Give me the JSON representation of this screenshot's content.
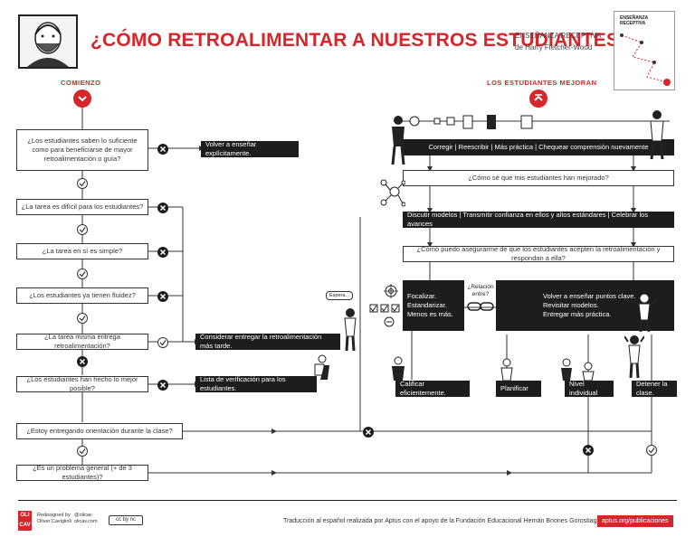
{
  "header": {
    "title": "¿CÓMO RETROALIMENTAR A NUESTROS ESTUDIANTES?",
    "book_line1": "ENSEÑANZA RECEPTIVA",
    "book_line2": "de Harry Fletcher-Wood",
    "cover_title": "ENSEÑANZA RECEPTIVA"
  },
  "labels": {
    "start": "COMIENZO",
    "end": "LOS ESTUDIANTES MEJORAN"
  },
  "questions": {
    "q1": "¿Los estudiantes saben lo suficiente como para beneficiarse de mayor retroalimentación o guía?",
    "q2": "¿La tarea es difícil para los estudiantes?",
    "q3": "¿La tarea en sí es simple?",
    "q4": "¿Los estudiantes ya tienen fluidez?",
    "q5": "¿La tarea misma entrega retroalimentación?",
    "q6": "¿Los estudiantes han hecho lo mejor posible?",
    "q7": "¿Estoy entregando orientación durante la clase?",
    "q8": "¿Es un problema general (+ de 3 estudiantes)?"
  },
  "actions": {
    "reteach": "Volver a enseñar explícitamente.",
    "consider": "Considerar entregar la retroalimentación más tarde.",
    "checklist": "Lista de verificación para los estudiantes.",
    "grade": "Calificar eficientemente.",
    "plan": "Planificar",
    "individual": "Nivel individual",
    "stop": "Detener la clase."
  },
  "right": {
    "correct": "Corregir | Reescribir | Más práctica | Chequear comprensión nuevamente",
    "improved": "¿Cómo sé que mis estudiantes han mejorado?",
    "discuss": "Discutir modelos | Transmitir confianza en ellos y altos estándares | Celebrar los avances",
    "accept": "¿Cómo puedo asegurarme de que los estudiantes acepten la retroalimentación y respondan a ella?",
    "focus1": "Focalizar.",
    "focus2": "Estandarizar.",
    "focus3": "Menos es más.",
    "relation": "¿Relación entre?",
    "reteach2_1": "Volver a enseñar puntos clave.",
    "reteach2_2": "Revisitar modelos.",
    "reteach2_3": "Entregar más práctica.",
    "wait": "Espera..."
  },
  "footer": {
    "logo_top": "OLI",
    "logo_bottom": "CAV",
    "redesign1": "Redesigned by",
    "redesign2": "Oliver Caviglioli",
    "handle1": "@olicav",
    "handle2": "olicav.com",
    "cc": "cc by nc",
    "translation": "Traducción al español realizada por Aptus con el apoyo de la Fundación Educacional Hernán Briones Gorostiaga.",
    "link": "aptus.org/publicaciones"
  },
  "colors": {
    "accent": "#d7262b",
    "dark": "#1d1d1d"
  }
}
